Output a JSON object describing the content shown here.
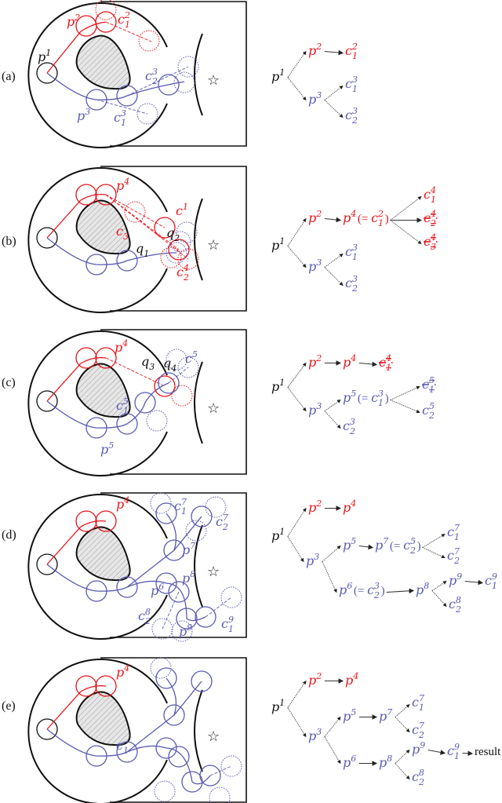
{
  "colors": {
    "red": "#e8141a",
    "blue": "#5a5ab4",
    "black": "#111111",
    "arrow": "#333333"
  },
  "goal_icon": "star-icon",
  "goal_symbol": "☆",
  "panels": [
    {
      "label": "(a)",
      "figure_labels": [
        {
          "parts": [
            {
              "b": "p",
              "sup": "1"
            }
          ],
          "color": "black"
        },
        {
          "parts": [
            {
              "b": "p",
              "sup": "2"
            }
          ],
          "color": "red"
        },
        {
          "parts": [
            {
              "b": "c",
              "sup": "2",
              "sub": "1"
            }
          ],
          "color": "red"
        },
        {
          "parts": [
            {
              "b": "c",
              "sup": "3",
              "sub": "2"
            }
          ],
          "color": "blue"
        },
        {
          "parts": [
            {
              "b": "p",
              "sup": "3"
            }
          ],
          "color": "blue"
        },
        {
          "parts": [
            {
              "b": "c",
              "sup": "3",
              "sub": "1"
            }
          ],
          "color": "blue"
        }
      ],
      "tree": [
        {
          "parts": [
            {
              "b": "p",
              "sup": "1"
            }
          ],
          "color": "black"
        },
        {
          "parts": [
            {
              "b": "p",
              "sup": "2"
            }
          ],
          "color": "red"
        },
        {
          "parts": [
            {
              "b": "c",
              "sup": "2",
              "sub": "1"
            }
          ],
          "color": "red"
        },
        {
          "parts": [
            {
              "b": "p",
              "sup": "3"
            }
          ],
          "color": "blue"
        },
        {
          "parts": [
            {
              "b": "c",
              "sup": "3",
              "sub": "1"
            }
          ],
          "color": "blue"
        },
        {
          "parts": [
            {
              "b": "c",
              "sup": "3",
              "sub": "2"
            }
          ],
          "color": "blue"
        }
      ]
    },
    {
      "label": "(b)",
      "figure_labels": [
        {
          "parts": [
            {
              "b": "p",
              "sup": "4"
            }
          ],
          "color": "red"
        },
        {
          "parts": [
            {
              "b": "c",
              "sub": "3"
            }
          ],
          "color": "red"
        },
        {
          "parts": [
            {
              "b": "c",
              "sup": "1"
            }
          ],
          "color": "red"
        },
        {
          "parts": [
            {
              "b": "q",
              "sub": "2"
            }
          ],
          "color": "black"
        },
        {
          "parts": [
            {
              "b": "q",
              "sub": "1"
            }
          ],
          "color": "black"
        },
        {
          "parts": [
            {
              "b": "c",
              "sup": "4",
              "sub": "2"
            }
          ],
          "color": "red"
        }
      ],
      "tree": [
        {
          "parts": [
            {
              "b": "p",
              "sup": "1"
            }
          ],
          "color": "black"
        },
        {
          "parts": [
            {
              "b": "p",
              "sup": "2"
            }
          ],
          "color": "red"
        },
        {
          "parts": [
            {
              "b": "p",
              "sup": "4"
            },
            {
              "r": "(= "
            },
            {
              "b": "c",
              "sup": "2",
              "sub": "1"
            },
            {
              "r": ")"
            }
          ],
          "color": "red"
        },
        {
          "parts": [
            {
              "b": "c",
              "sup": "4",
              "sub": "1"
            }
          ],
          "color": "red"
        },
        {
          "parts": [
            {
              "b": "c",
              "sup": "4",
              "sub": "2"
            }
          ],
          "color": "red",
          "struck": true
        },
        {
          "parts": [
            {
              "b": "c",
              "sup": "4",
              "sub": "3"
            }
          ],
          "color": "red",
          "struck": true
        },
        {
          "parts": [
            {
              "b": "p",
              "sup": "3"
            }
          ],
          "color": "blue"
        },
        {
          "parts": [
            {
              "b": "c",
              "sup": "3",
              "sub": "1"
            }
          ],
          "color": "blue"
        },
        {
          "parts": [
            {
              "b": "c",
              "sup": "3",
              "sub": "2"
            }
          ],
          "color": "blue"
        }
      ]
    },
    {
      "label": "(c)",
      "figure_labels": [
        {
          "parts": [
            {
              "b": "p",
              "sup": "4"
            }
          ],
          "color": "red"
        },
        {
          "parts": [
            {
              "b": "q",
              "sub": "3"
            }
          ],
          "color": "black"
        },
        {
          "parts": [
            {
              "b": "q",
              "sub": "4"
            }
          ],
          "color": "black"
        },
        {
          "parts": [
            {
              "b": "c",
              "sup": "5"
            }
          ],
          "color": "blue"
        },
        {
          "parts": [
            {
              "b": "c",
              "sup": "5",
              "sub": "1"
            }
          ],
          "color": "blue"
        },
        {
          "parts": [
            {
              "b": "p",
              "sup": "5"
            }
          ],
          "color": "blue"
        }
      ],
      "tree": [
        {
          "parts": [
            {
              "b": "p",
              "sup": "1"
            }
          ],
          "color": "black"
        },
        {
          "parts": [
            {
              "b": "p",
              "sup": "2"
            }
          ],
          "color": "red"
        },
        {
          "parts": [
            {
              "b": "p",
              "sup": "4"
            }
          ],
          "color": "red"
        },
        {
          "parts": [
            {
              "b": "c",
              "sup": "4",
              "sub": "1"
            }
          ],
          "color": "red",
          "struck": true
        },
        {
          "parts": [
            {
              "b": "p",
              "sup": "3"
            }
          ],
          "color": "blue"
        },
        {
          "parts": [
            {
              "b": "p",
              "sup": "5"
            },
            {
              "r": "(= "
            },
            {
              "b": "c",
              "sup": "3",
              "sub": "1"
            },
            {
              "r": ")"
            }
          ],
          "color": "blue"
        },
        {
          "parts": [
            {
              "b": "c",
              "sup": "5",
              "sub": "1"
            }
          ],
          "color": "blue",
          "struck": true
        },
        {
          "parts": [
            {
              "b": "c",
              "sup": "5",
              "sub": "2"
            }
          ],
          "color": "blue"
        },
        {
          "parts": [
            {
              "b": "c",
              "sup": "3",
              "sub": "2"
            }
          ],
          "color": "blue"
        }
      ]
    },
    {
      "label": "(d)",
      "figure_labels": [
        {
          "parts": [
            {
              "b": "p",
              "sup": "4"
            }
          ],
          "color": "red"
        },
        {
          "parts": [
            {
              "b": "c",
              "sup": "7",
              "sub": "1"
            }
          ],
          "color": "blue"
        },
        {
          "parts": [
            {
              "b": "c",
              "sup": "7",
              "sub": "2"
            }
          ],
          "color": "blue"
        },
        {
          "parts": [
            {
              "b": "p",
              "sup": "7"
            }
          ],
          "color": "blue"
        },
        {
          "parts": [
            {
              "b": "p",
              "sup": "8"
            }
          ],
          "color": "blue"
        },
        {
          "parts": [
            {
              "b": "p",
              "sup": "6"
            }
          ],
          "color": "blue"
        },
        {
          "parts": [
            {
              "b": "c",
              "sup": "8",
              "sub": "2"
            }
          ],
          "color": "blue"
        },
        {
          "parts": [
            {
              "b": "p",
              "sup": "9"
            }
          ],
          "color": "blue"
        },
        {
          "parts": [
            {
              "b": "c",
              "sup": "9",
              "sub": "1"
            }
          ],
          "color": "blue"
        }
      ],
      "tree": [
        {
          "parts": [
            {
              "b": "p",
              "sup": "1"
            }
          ],
          "color": "black"
        },
        {
          "parts": [
            {
              "b": "p",
              "sup": "2"
            }
          ],
          "color": "red"
        },
        {
          "parts": [
            {
              "b": "p",
              "sup": "4"
            }
          ],
          "color": "red"
        },
        {
          "parts": [
            {
              "b": "p",
              "sup": "3"
            }
          ],
          "color": "blue"
        },
        {
          "parts": [
            {
              "b": "p",
              "sup": "5"
            }
          ],
          "color": "blue"
        },
        {
          "parts": [
            {
              "b": "p",
              "sup": "7"
            },
            {
              "r": "(= "
            },
            {
              "b": "c",
              "sup": "5",
              "sub": "2"
            },
            {
              "r": ")"
            }
          ],
          "color": "blue"
        },
        {
          "parts": [
            {
              "b": "c",
              "sup": "7",
              "sub": "1"
            }
          ],
          "color": "blue"
        },
        {
          "parts": [
            {
              "b": "c",
              "sup": "7",
              "sub": "2"
            }
          ],
          "color": "blue"
        },
        {
          "parts": [
            {
              "b": "p",
              "sup": "6"
            },
            {
              "r": "(= "
            },
            {
              "b": "c",
              "sup": "3",
              "sub": "2"
            },
            {
              "r": ")"
            }
          ],
          "color": "blue"
        },
        {
          "parts": [
            {
              "b": "p",
              "sup": "8"
            }
          ],
          "color": "blue"
        },
        {
          "parts": [
            {
              "b": "p",
              "sup": "9"
            }
          ],
          "color": "blue"
        },
        {
          "parts": [
            {
              "b": "c",
              "sup": "9",
              "sub": "1"
            }
          ],
          "color": "blue"
        },
        {
          "parts": [
            {
              "b": "c",
              "sup": "8",
              "sub": "2"
            }
          ],
          "color": "blue"
        }
      ]
    },
    {
      "label": "(e)",
      "figure_labels": [
        {
          "parts": [
            {
              "b": "p",
              "sup": "4"
            }
          ],
          "color": "red"
        },
        {
          "parts": [
            {
              "b": "c",
              "sub": "1"
            }
          ],
          "color": "blue"
        }
      ],
      "tree": [
        {
          "parts": [
            {
              "b": "p",
              "sup": "1"
            }
          ],
          "color": "black"
        },
        {
          "parts": [
            {
              "b": "p",
              "sup": "2"
            }
          ],
          "color": "red"
        },
        {
          "parts": [
            {
              "b": "p",
              "sup": "4"
            }
          ],
          "color": "red"
        },
        {
          "parts": [
            {
              "b": "p",
              "sup": "3"
            }
          ],
          "color": "blue"
        },
        {
          "parts": [
            {
              "b": "p",
              "sup": "5"
            }
          ],
          "color": "blue"
        },
        {
          "parts": [
            {
              "b": "p",
              "sup": "7"
            }
          ],
          "color": "blue"
        },
        {
          "parts": [
            {
              "b": "c",
              "sup": "7",
              "sub": "1"
            }
          ],
          "color": "blue"
        },
        {
          "parts": [
            {
              "b": "c",
              "sup": "7",
              "sub": "2"
            }
          ],
          "color": "blue"
        },
        {
          "parts": [
            {
              "b": "p",
              "sup": "6"
            }
          ],
          "color": "blue"
        },
        {
          "parts": [
            {
              "b": "p",
              "sup": "8"
            }
          ],
          "color": "blue"
        },
        {
          "parts": [
            {
              "b": "p",
              "sup": "9"
            }
          ],
          "color": "blue"
        },
        {
          "parts": [
            {
              "b": "c",
              "sup": "9",
              "sub": "1"
            }
          ],
          "color": "blue"
        },
        {
          "parts": [
            {
              "r": "result"
            }
          ],
          "color": "black"
        },
        {
          "parts": [
            {
              "b": "c",
              "sup": "8",
              "sub": "2"
            }
          ],
          "color": "blue"
        }
      ]
    }
  ]
}
